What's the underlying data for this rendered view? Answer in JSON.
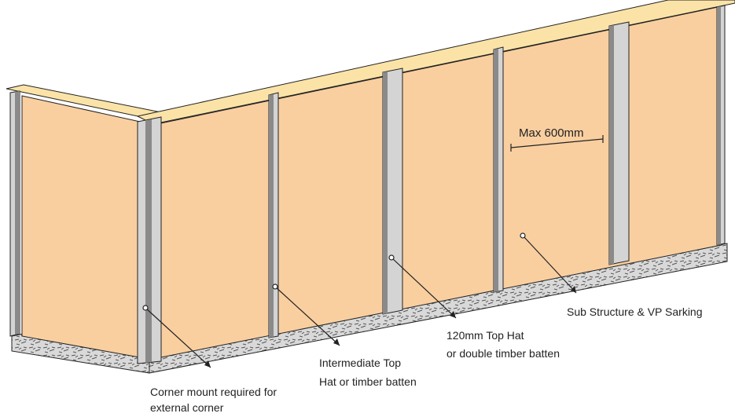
{
  "colors": {
    "sarking": "#f9cfa0",
    "top_cap": "#fbe3a8",
    "top_hat": "#d4d4d4",
    "top_hat_shadow": "#8a8a8a",
    "slab": "#d8d8d8",
    "outline": "#222222"
  },
  "labels": {
    "max_spacing": "Max 600mm",
    "sub_structure": "Sub Structure & VP Sarking",
    "wide_top_hat_line1": "120mm Top Hat",
    "wide_top_hat_line2": "or double timber batten",
    "intermediate_line1": "Intermediate Top",
    "intermediate_line2": "Hat or timber batten",
    "corner_line1": "Corner mount required for",
    "corner_line2": "external corner"
  }
}
